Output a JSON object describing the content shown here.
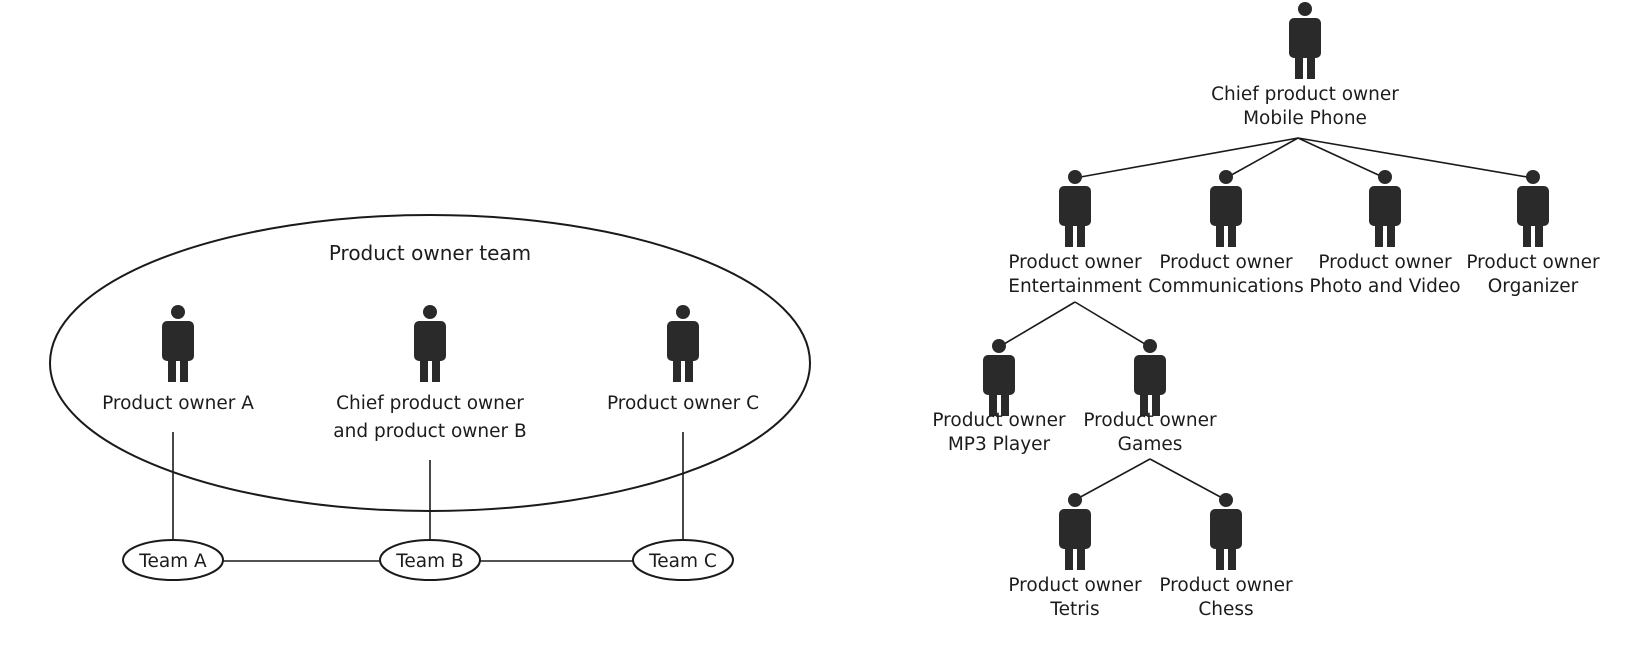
{
  "left": {
    "team_title": "Product owner team",
    "owner_a": "Product owner A",
    "owner_b_line1": "Chief product owner",
    "owner_b_line2": "and product owner B",
    "owner_c": "Product owner C",
    "team_a": "Team A",
    "team_b": "Team B",
    "team_c": "Team C"
  },
  "right": {
    "chief": {
      "line1": "Chief product owner",
      "line2": "Mobile Phone"
    },
    "level2": [
      {
        "line1": "Product owner",
        "line2": "Entertainment"
      },
      {
        "line1": "Product owner",
        "line2": "Communications"
      },
      {
        "line1": "Product owner",
        "line2": "Photo and Video"
      },
      {
        "line1": "Product owner",
        "line2": "Organizer"
      }
    ],
    "level3": [
      {
        "line1": "Product owner",
        "line2": "MP3 Player"
      },
      {
        "line1": "Product owner",
        "line2": "Games"
      }
    ],
    "level4": [
      {
        "line1": "Product owner",
        "line2": "Tetris"
      },
      {
        "line1": "Product owner",
        "line2": "Chess"
      }
    ]
  },
  "colors": {
    "ink": "#1a1a1a",
    "figure": "#2a2a2a",
    "background": "#ffffff"
  }
}
